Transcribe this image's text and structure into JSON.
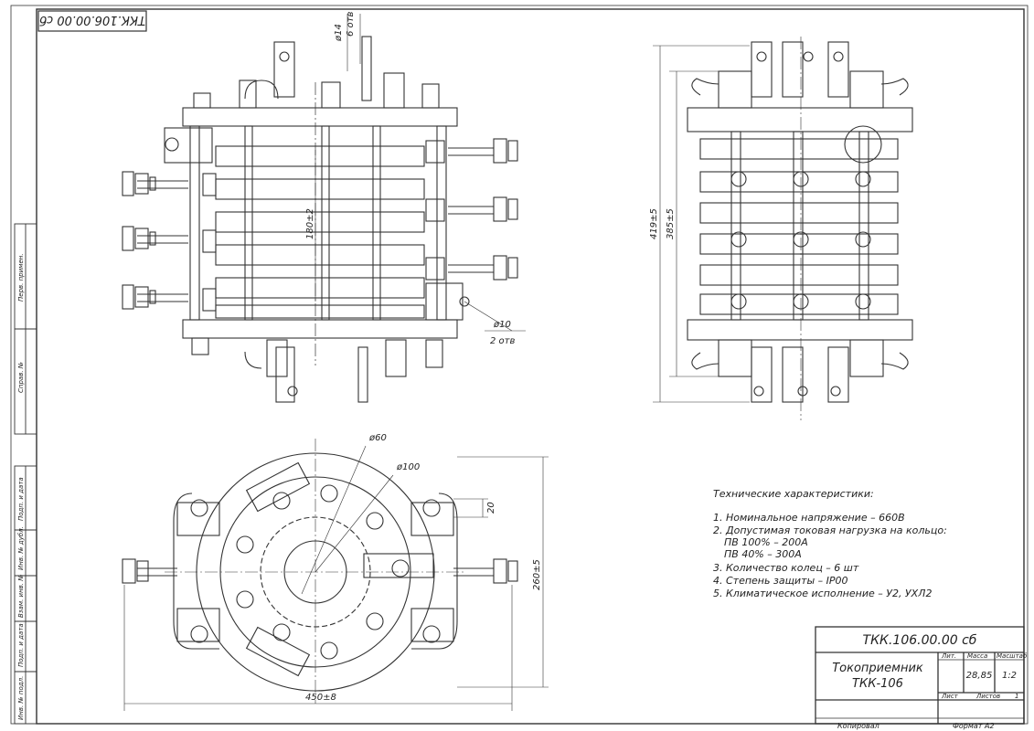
{
  "stamp_code_mirrored": "ТКК.106.00.00 сб",
  "dimensions": {
    "hole14": "ø14",
    "holes6": "6 отв",
    "len180": "180±2",
    "hole10": "ø10",
    "holes2": "2 отв",
    "len419": "419±5",
    "len385": "385±5",
    "dia60": "ø60",
    "dia100": "ø100",
    "gap20": "20",
    "len260": "260±5",
    "len450": "450±8"
  },
  "tech": {
    "heading": "Технические характеристики:",
    "lines": [
      "1. Номинальное напряжение – 660В",
      "2. Допустимая токовая нагрузка на кольцо:",
      "ПВ 100% – 200А",
      "ПВ 40% – 300А",
      "3. Количество колец – 6 шт",
      "4. Степень защиты – IP00",
      "5. Климатическое исполнение – У2, УХЛ2"
    ]
  },
  "title_block": {
    "doc_code": "ТКК.106.00.00 сб",
    "name_line1": "Токоприемник",
    "name_line2": "ТКК-106",
    "col_lit": "Лит.",
    "col_mass": "Масса",
    "col_scale": "Масштаб",
    "mass": "28,85",
    "scale": "1:2",
    "sheet_label": "Лист",
    "sheets_label": "Листов",
    "sheets_count": "1",
    "copied": "Копировал",
    "format": "Формат   А2"
  },
  "side_stamp": [
    "Перв. примен.",
    "Справ. №",
    "Подп. и дата",
    "Инв. № дубл.",
    "Взам. инв. №",
    "Подп. и дата",
    "Инв. № подл."
  ]
}
